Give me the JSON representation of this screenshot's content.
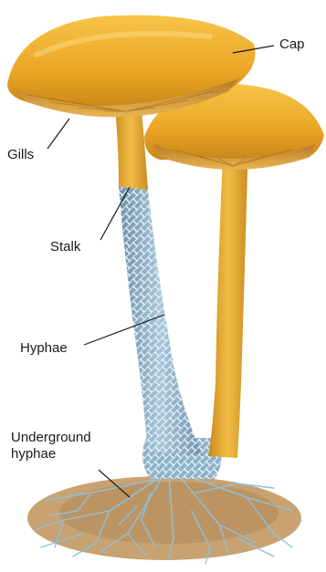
{
  "labels": {
    "cap": "Cap",
    "gills": "Gills",
    "stalk": "Stalk",
    "hyphae": "Hyphae",
    "underground_hyphae": "Underground\nhyphae"
  }
}
